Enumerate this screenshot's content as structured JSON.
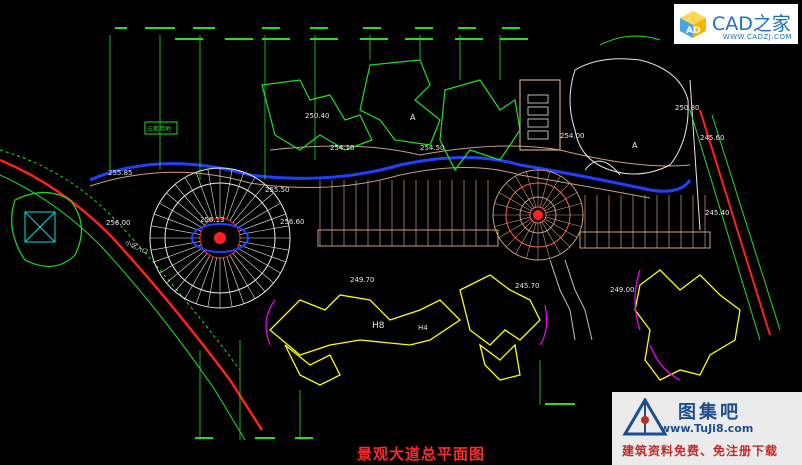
{
  "drawing": {
    "title": "景观大道总平面图",
    "background": "#000000"
  },
  "watermark_top": {
    "logo_text": "CAD之家",
    "url": "WWW.CADZJ.COM",
    "icon_letters": "AD",
    "color": "#1c6fc4"
  },
  "watermark_bottom": {
    "brand": "图集吧",
    "url": "www.TuJi8.com",
    "slogan": "建筑资料免费、免注册下载",
    "accent": "#c02a2a"
  },
  "elevations": [
    "255.85",
    "256.00",
    "256.13",
    "255.50",
    "256.60",
    "254.10",
    "254.50",
    "254.00",
    "250.40",
    "245.60",
    "245.40",
    "249.70",
    "245.70",
    "249.00",
    "250.80"
  ],
  "labels": {
    "h8": "H8",
    "h4": "H4",
    "a1": "A",
    "a2": "A",
    "box": "三期用地",
    "road": "小区入口"
  },
  "colors": {
    "tree": "#20e020",
    "building": "#ffff00",
    "path_blue": "#2040ff",
    "road_red": "#ff2020",
    "paving": "#c8a080",
    "magenta": "#ff00ff",
    "white": "#e8e8e8",
    "cyan": "#00e0e0"
  }
}
